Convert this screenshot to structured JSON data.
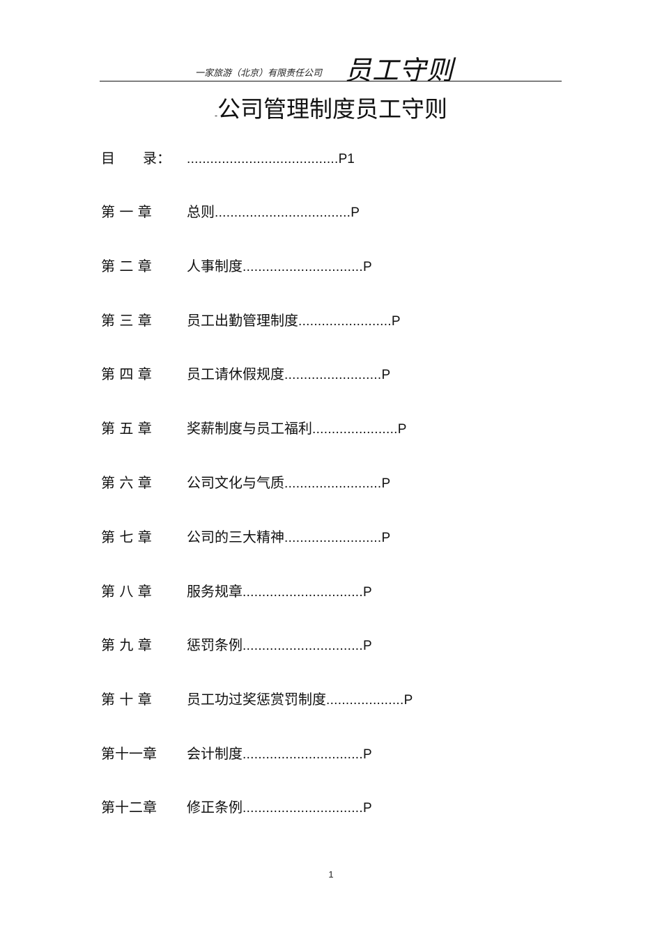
{
  "header": {
    "company": "一家旅游（北京）有限责任公司",
    "title": "员工守则"
  },
  "document": {
    "title_mark": "-",
    "title": "公司管理制度员工守则"
  },
  "toc": [
    {
      "label": "目　　录：",
      "title": "",
      "dots": ".......................................",
      "page": "P1"
    },
    {
      "label": "第 一 章",
      "title": "总则",
      "dots": "...................................",
      "page": "P"
    },
    {
      "label": "第 二 章",
      "title": "人事制度",
      "dots": "...............................",
      "page": "P"
    },
    {
      "label": "第 三 章",
      "title": "员工出勤管理制度",
      "dots": "........................",
      "page": "P"
    },
    {
      "label": "第 四 章",
      "title": "员工请休假规度",
      "dots": ".........................",
      "page": "P"
    },
    {
      "label": "第 五 章",
      "title": "奖薪制度与员工福利",
      "dots": "......................",
      "page": "P"
    },
    {
      "label": "第 六 章",
      "title": "公司文化与气质",
      "dots": ".........................",
      "page": "P"
    },
    {
      "label": "第 七 章",
      "title": "公司的三大精神",
      "dots": ".........................",
      "page": "P"
    },
    {
      "label": "第 八 章",
      "title": "服务规章",
      "dots": "...............................",
      "page": "P"
    },
    {
      "label": "第 九 章",
      "title": "惩罚条例",
      "dots": "...............................",
      "page": "P"
    },
    {
      "label": "第 十 章",
      "title": "员工功过奖惩赏罚制度",
      "dots": "....................",
      "page": "P"
    },
    {
      "label": "第十一章",
      "title": "会计制度",
      "dots": "...............................",
      "page": "P"
    },
    {
      "label": "第十二章",
      "title": "修正条例",
      "dots": "...............................",
      "page": "P"
    }
  ],
  "footer": {
    "page_number": "1"
  }
}
